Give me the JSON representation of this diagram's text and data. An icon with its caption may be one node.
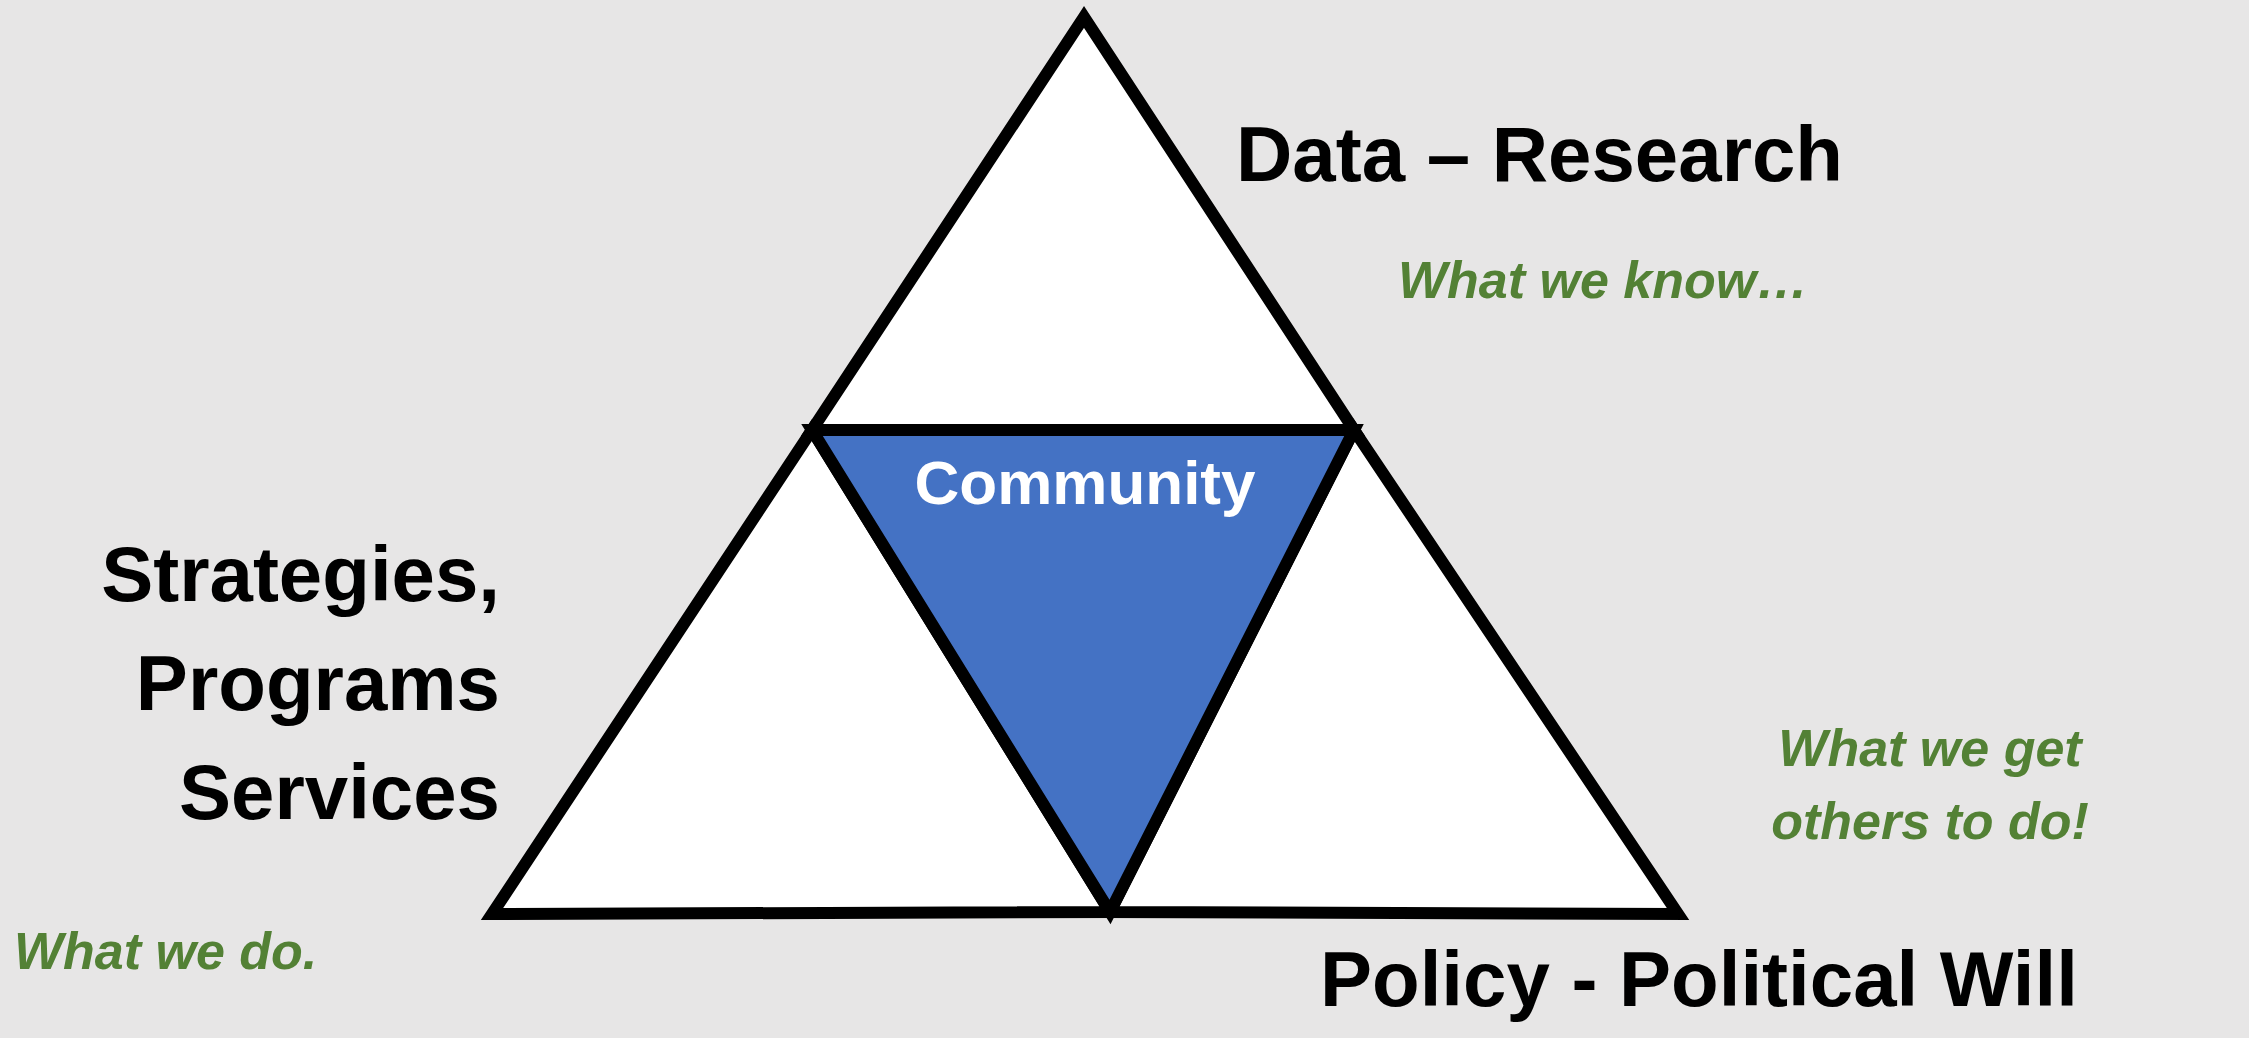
{
  "diagram": {
    "nodes": [
      {
        "text": [
          "Data – Research",
          "What we know…"
        ]
      },
      {
        "text": [
          "Community"
        ]
      },
      {
        "text": [
          "Strategies, Programs Services",
          "What we do."
        ]
      },
      {
        "text": [
          "What we get others to do!",
          "Policy - Political Will"
        ]
      }
    ]
  }
}
